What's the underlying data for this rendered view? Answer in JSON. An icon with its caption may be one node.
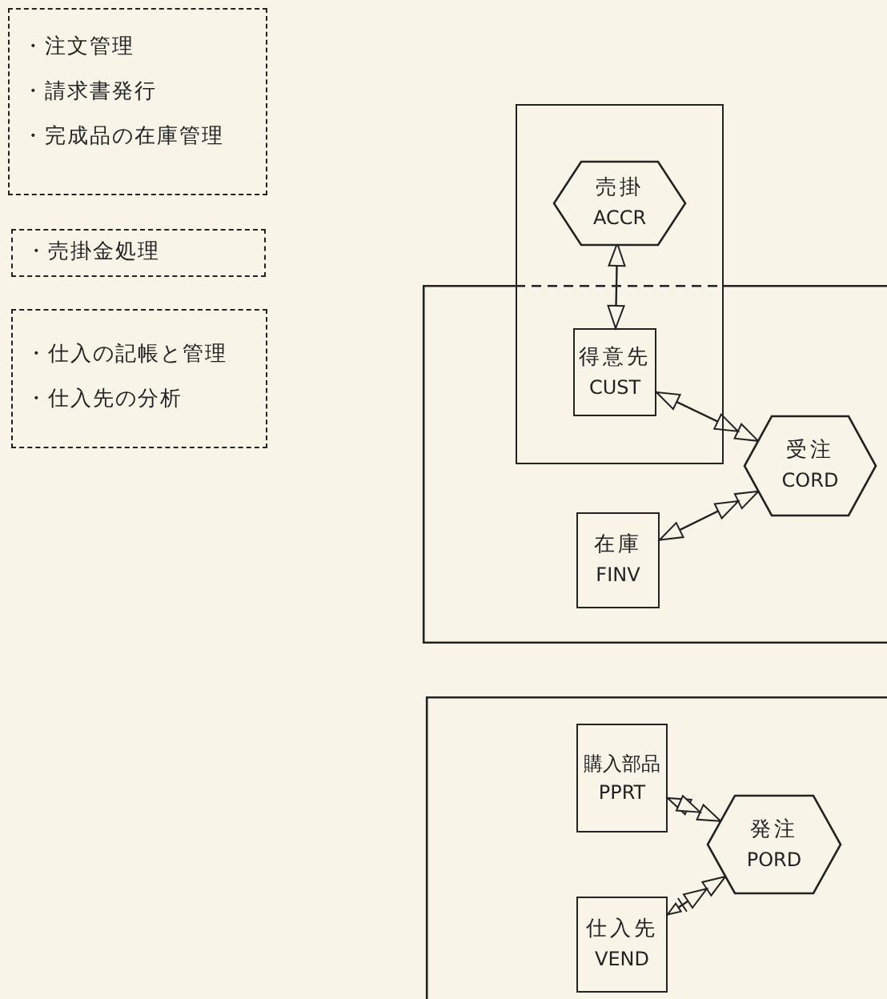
{
  "diagram": {
    "nodes": [
      {
        "text": [
          "・注文管理",
          "・請求書発行",
          "・完成品の在庫管理"
        ]
      },
      {
        "text": [
          "・売掛金処理"
        ]
      },
      {
        "text": [
          "・仕入の記帳と管理",
          "・仕入先の分析"
        ]
      },
      {
        "text": [],
        "shape": "box"
      },
      {
        "text": [
          "売掛",
          "ACCR"
        ],
        "in": 3
      },
      {
        "text": [],
        "shape": "box"
      },
      {
        "text": [
          "得意先",
          "CUST"
        ]
      },
      {
        "text": [
          "受注",
          "CORD"
        ],
        "in": 5
      },
      {
        "text": [
          "在庫",
          "FINV"
        ],
        "in": 5
      },
      {
        "text": [],
        "shape": "box"
      },
      {
        "text": [
          "購入部品",
          "PPRT"
        ],
        "in": 9
      },
      {
        "text": [
          "発注",
          "PORD"
        ],
        "in": 9
      },
      {
        "text": [
          "仕入先",
          "VEND"
        ],
        "in": 9
      }
    ],
    "edges": [
      {
        "from": 4,
        "to": 6,
        "arrow": "both"
      },
      {
        "from": 6,
        "to": 7,
        "arrow": "both"
      },
      {
        "from": 8,
        "to": 7,
        "arrow": "both"
      },
      {
        "from": 10,
        "to": 11,
        "arrow": "both"
      },
      {
        "from": 12,
        "to": 11,
        "arrow": "both"
      }
    ]
  }
}
